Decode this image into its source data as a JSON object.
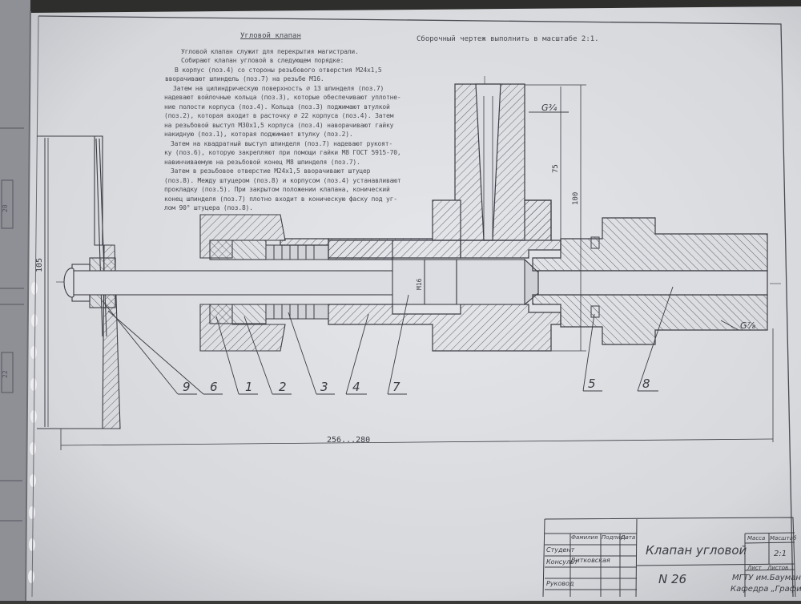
{
  "note": {
    "title": "Угловой клапан",
    "lines": [
      "Угловой клапан служит для перекрытия магистрали.",
      "Собирают клапан угловой в следующем порядке:",
      "В корпус (поз.4) со стороны резьбового отверстия М24х1,5",
      "ввoрачивают шпиндель (поз.7) на резьбе М16.",
      "Затем на цилиндрическую поверхность ∅ 13 шпинделя (поз.7)",
      "надевают войлочные кольца (поз.3), которые обеспечивают уплотне-",
      "ние полости корпуса (поз.4). Кольца (поз.3) поджимают втулкой",
      "(поз.2), которая входит в расточку ∅ 22 корпуса (поз.4). Затем",
      "на резьбовой выступ М30х1,5 корпуса (поз.4) наворачивают гайку",
      "накидную (поз.1), которая поджимает втулку (поз.2).",
      "Затем на квадратный выступ шпинделя (поз.7) надевают рукоят-",
      "ку (поз.6), которую закрепляют при помощи гайки М8 ГОСТ 5915-70,",
      "навинчиваемую на резьбовой конец М8 шпинделя (поз.7).",
      "Затем в резьбовое отверстие М24х1,5 ввoрачивают штуцер",
      "(поз.8). Между штуцером (поз.8) и корпусом (поз.4) устанавливают",
      "прокладку (поз.5). При закрытом положении клапана, конический",
      "конец шпинделя (поз.7) плотно входит в коническую фаску под уг-",
      "лом 90° штуцера (поз.8)."
    ]
  },
  "assembly_note": "Сборочный чертеж выполнить в масштабе 2:1.",
  "dimensions": {
    "overall": "256...280",
    "height_left": "105",
    "height_100": "100",
    "height_75": "75",
    "thread_spindle": "M16",
    "pipe_top": "G¾",
    "pipe_right": "G⅞",
    "side_20": "20",
    "side_22": "22"
  },
  "positions": [
    "9",
    "6",
    "1",
    "2",
    "3",
    "4",
    "7",
    "5",
    "8"
  ],
  "title_block": {
    "drawing_title": "Клапан угловой",
    "number": "N 26",
    "headers": [
      "Фамилия",
      "Подпись",
      "Дата"
    ],
    "rows": [
      "Студент",
      "Консульт",
      "Руковод"
    ],
    "consultant_name": "Витковская",
    "mass_label": "Масса",
    "scale_label": "Масштаб",
    "scale_value": "2:1",
    "sheet_label": "Лист",
    "sheets_label": "Листов",
    "org_line1": "МГТУ им.Баумана",
    "org_line2": "Кафедра „Графика”"
  },
  "colors": {
    "paper": "#dcdde0",
    "ink": "#3c3c44",
    "background": "#3a3a38"
  }
}
